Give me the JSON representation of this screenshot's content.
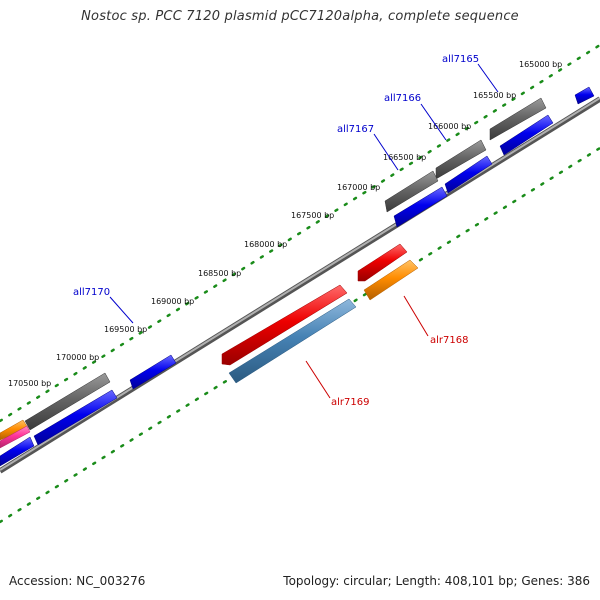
{
  "title": "Nostoc sp. PCC 7120 plasmid pCC7120alpha, complete sequence",
  "footer": {
    "accession": "Accession: NC_003276",
    "topology": "Topology: circular; Length: 408,101 bp; Genes: 386"
  },
  "colors": {
    "forward_label": "#0000cc",
    "reverse_label": "#cc0000",
    "tick_dots": "#1a8c1a",
    "backbone": "#8a8a8a",
    "gene_blue": "#0000ee",
    "gene_gray": "#666666",
    "gene_red": "#ee0000",
    "gene_orange": "#ff8c00",
    "gene_steel": "#4682b4",
    "gene_pink": "#ff3399"
  },
  "ticks": [
    "165000 bp",
    "165500 bp",
    "166000 bp",
    "166500 bp",
    "167000 bp",
    "167500 bp",
    "168000 bp",
    "168500 bp",
    "169000 bp",
    "169500 bp",
    "170000 bp",
    "170500 bp"
  ],
  "genes": {
    "all7165": "all7165",
    "all7166": "all7166",
    "all7167": "all7167",
    "all7170": "all7170",
    "alr7168": "alr7168",
    "alr7169": "alr7169"
  }
}
